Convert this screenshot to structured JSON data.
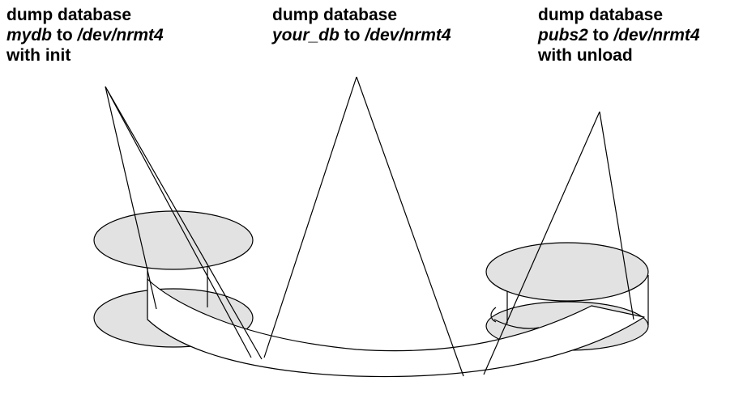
{
  "captions": [
    {
      "line1": "dump database",
      "db_name": "mydb",
      "to_word": " to ",
      "device": "/dev/nrmt4",
      "line3": "with init"
    },
    {
      "line1": "dump database",
      "db_name": "your_db",
      "to_word": " to ",
      "device": "/dev/nrmt4",
      "line3": ""
    },
    {
      "line1": "dump database",
      "db_name": "pubs2",
      "to_word": " to ",
      "device": "/dev/nrmt4",
      "line3": "with unload"
    }
  ],
  "colors": {
    "reel_fill": "#e2e2e2",
    "stroke": "#000000",
    "tape_fill": "#ffffff"
  }
}
